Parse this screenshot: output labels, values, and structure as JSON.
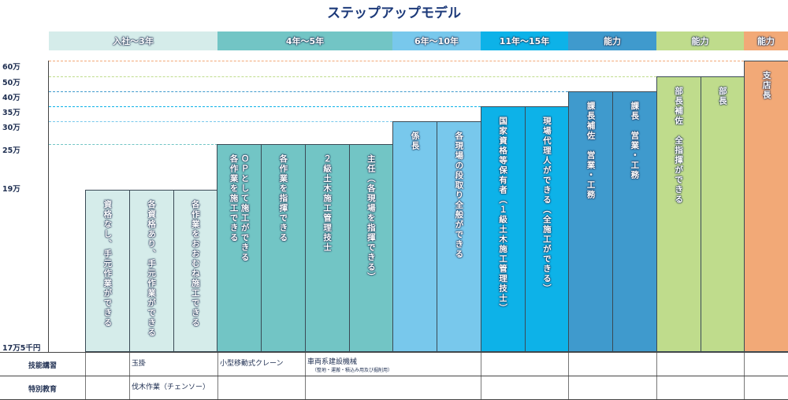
{
  "title": "ステップアップモデル",
  "headers": [
    {
      "label": "入社〜3年",
      "color": "#d5ecea"
    },
    {
      "label": "4年〜5年",
      "color": "#72c5c5"
    },
    {
      "label": "6年〜10年",
      "color": "#78c8ec"
    },
    {
      "label": "11年〜15年",
      "color": "#0db2e8"
    },
    {
      "label": "能力",
      "color": "#3f9acd"
    },
    {
      "label": "能力",
      "color": "#bfdc8c"
    },
    {
      "label": "能力",
      "color": "#f2a977"
    }
  ],
  "salary_levels": [
    "60万",
    "50万",
    "40万",
    "35万",
    "30万",
    "25万",
    "19万",
    "17万5千円"
  ],
  "columns": [
    {
      "text": "資格なし、手元作業ができる",
      "color": "#d5ecea",
      "salary": 19
    },
    {
      "text": "各資格あり、手元作業ができる",
      "color": "#d5ecea",
      "salary": 19
    },
    {
      "text": "各作業をおおむね施工できる",
      "color": "#d5ecea",
      "salary": 19
    },
    {
      "text": "ＯＰとして施工ができる\n各作業を施工できる",
      "color": "#72c5c5",
      "salary": 25
    },
    {
      "text": "各作業を指揮できる",
      "color": "#72c5c5",
      "salary": 25
    },
    {
      "text": "２級土木施工管理技士",
      "color": "#72c5c5",
      "salary": 25
    },
    {
      "text": "主任（各現場を指揮できる）",
      "color": "#72c5c5",
      "salary": 25
    },
    {
      "text": "係長",
      "color": "#78c8ec",
      "salary": 30
    },
    {
      "text": "各現場の段取り全般ができる",
      "color": "#78c8ec",
      "salary": 30
    },
    {
      "text": "国家資格等保有者（１級土木施工管理技士）",
      "color": "#0db2e8",
      "salary": 35
    },
    {
      "text": "現場代理人ができる（全施工ができる）",
      "color": "#0db2e8",
      "salary": 35
    },
    {
      "text": "課長補佐　営業・工務",
      "color": "#3f9acd",
      "salary": 40
    },
    {
      "text": "課長　営業・工務",
      "color": "#3f9acd",
      "salary": 40
    },
    {
      "text": "部長補佐　全指揮ができる",
      "color": "#bfdc8c",
      "salary": 50
    },
    {
      "text": "部長",
      "color": "#bfdc8c",
      "salary": 50
    },
    {
      "text": "支店長",
      "color": "#f2a977",
      "salary": 60
    }
  ],
  "table": {
    "skill_label": "技能講習",
    "skill": [
      "玉掛",
      "小型移動式クレーン",
      "車両系建設機械"
    ],
    "skill_note": "（整地・運搬・積込み用及び掘削用）",
    "special_label": "特別教育",
    "special": [
      "伐木作業（チェンソー）"
    ]
  }
}
